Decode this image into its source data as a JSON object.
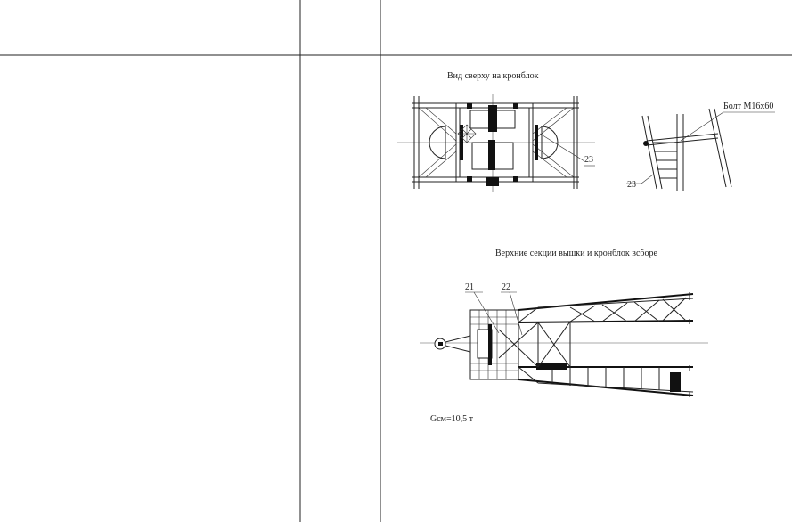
{
  "sheet": {
    "top_view_title": "Вид сверху на кронблок",
    "bolt_label": "Болт М16х60",
    "mast_title": "Верхние секции вышки и кронблок вcборе",
    "weight_label": "Gсм=10,5 т",
    "callouts": {
      "part_23_top": "23",
      "part_23_side": "23",
      "part_21": "21",
      "part_22": "22"
    }
  }
}
